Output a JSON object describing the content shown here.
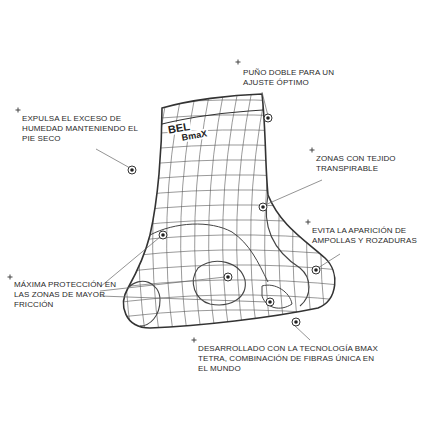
{
  "diagram": {
    "labels": [
      "PUÑO DOBLE PARA UN AJUSTE ÓPTIMO",
      "EXPULSA EL EXCESO DE HUMEDAD MANTENIENDO EL PIE SECO",
      "ZONAS CON TEJIDO TRANSPIRABLE",
      "EVITA LA APARICIÓN DE AMPOLLAS Y ROZADURAS",
      "MÁXIMA PROTECCIÓN EN LAS ZONAS DE MAYOR FRICCIÓN",
      "DESARROLLADO CON LA TECNOLOGÍA BMAX TETRA, COMBINACIÓN DE FIBRAS ÚNICA EN EL MUNDO",
      "BEL",
      "BmaX"
    ]
  }
}
